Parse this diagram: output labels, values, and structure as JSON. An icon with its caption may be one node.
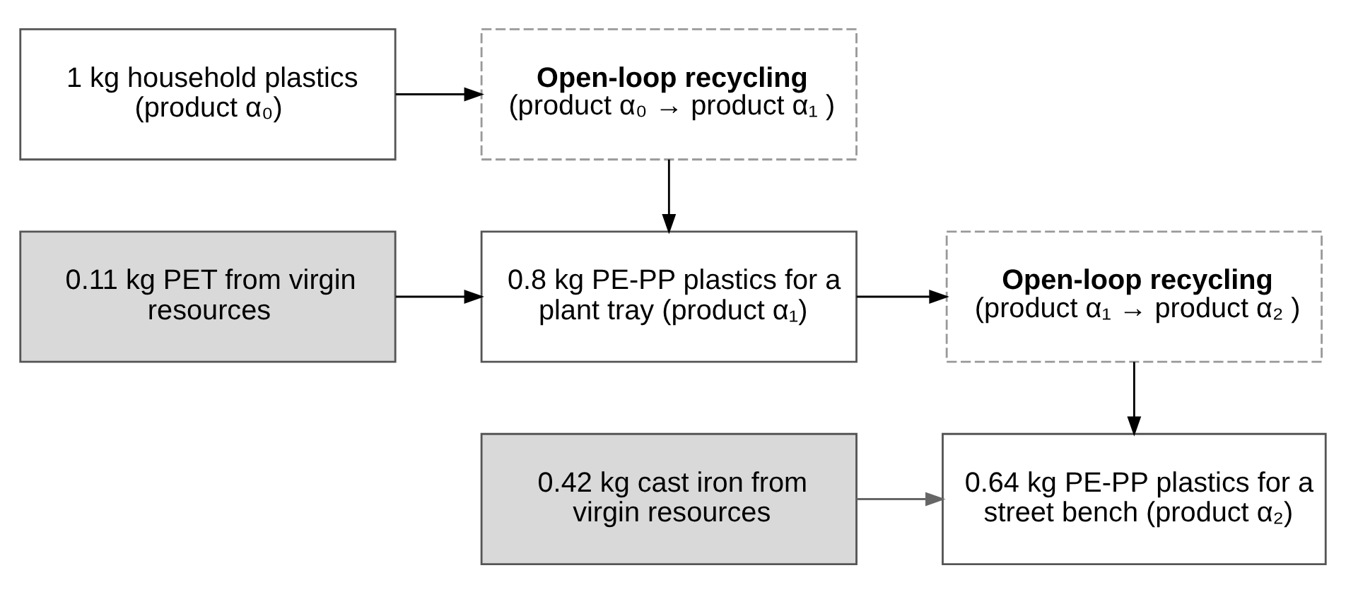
{
  "diagram": {
    "nodes": [
      {
        "text": [
          "1 kg household plastics (product α₀)"
        ]
      },
      {
        "text": [
          "Open-loop recycling",
          "(product α₀ → product α₁ )"
        ]
      },
      {
        "text": [
          "0.11 kg PET from virgin resources"
        ]
      },
      {
        "text": [
          "0.8 kg PE-PP plastics for a plant tray (product α₁)"
        ]
      },
      {
        "text": [
          "Open-loop recycling",
          "(product α₁ → product α₂ )"
        ]
      },
      {
        "text": [
          "0.42 kg cast iron from virgin resources"
        ]
      },
      {
        "text": [
          "0.64 kg PE-PP plastics for a street bench (product α₂)"
        ]
      }
    ],
    "edges": [
      {
        "from": 0,
        "to": 1,
        "arrow": "to"
      },
      {
        "from": 1,
        "to": 3,
        "arrow": "to"
      },
      {
        "from": 2,
        "to": 3,
        "arrow": "to"
      },
      {
        "from": 3,
        "to": 4,
        "arrow": "to"
      },
      {
        "from": 4,
        "to": 6,
        "arrow": "to"
      },
      {
        "from": 5,
        "to": 6,
        "arrow": "to",
        "color": "#666666"
      }
    ]
  }
}
